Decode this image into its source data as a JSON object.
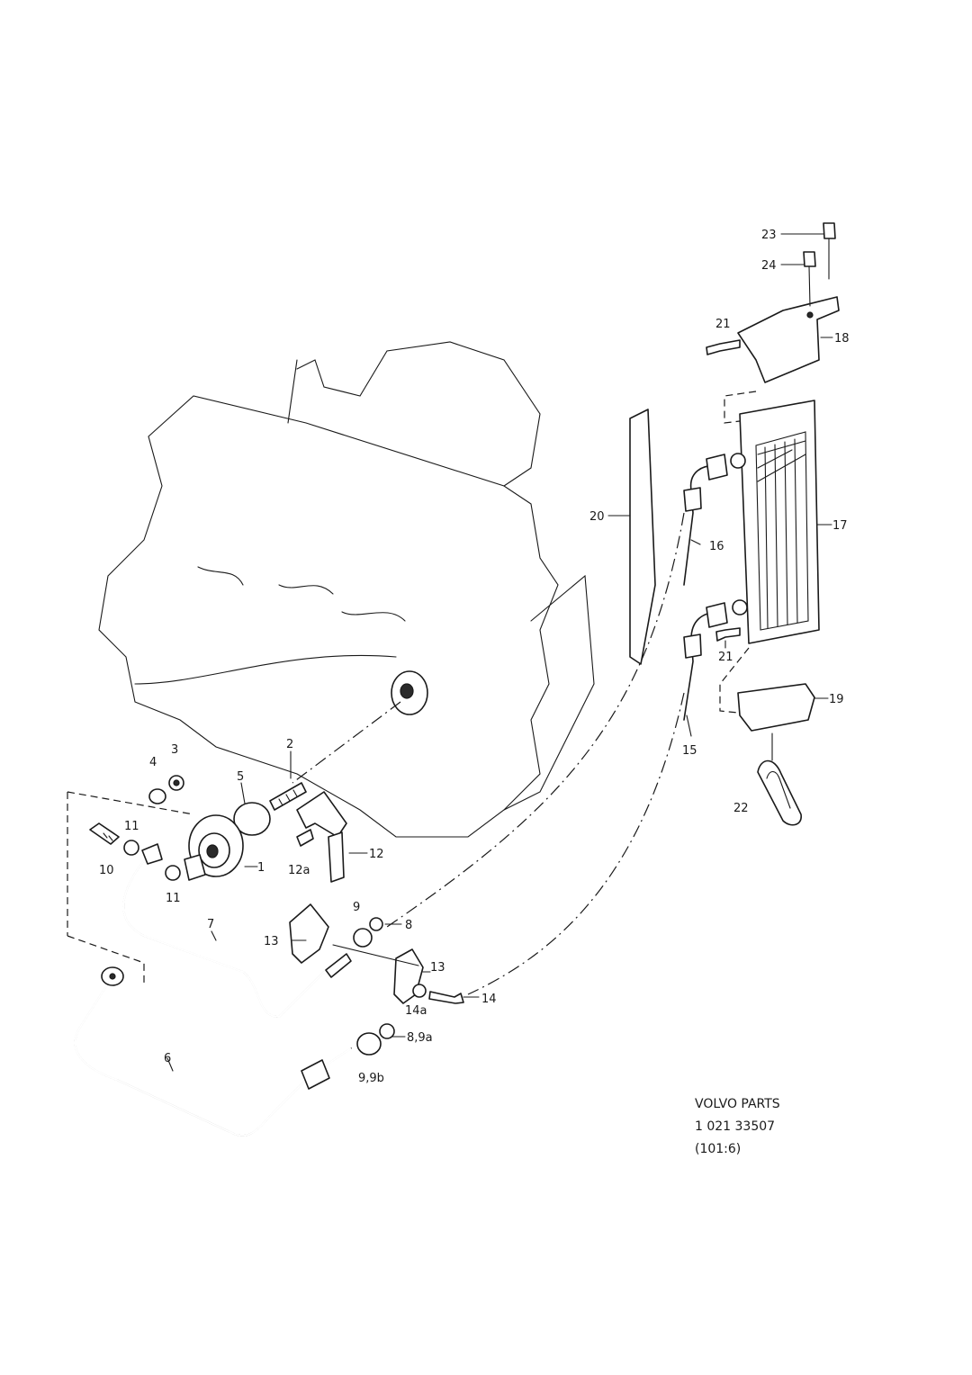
{
  "callouts": {
    "c1": "1",
    "c2": "2",
    "c3": "3",
    "c4": "4",
    "c5": "5",
    "c6": "6",
    "c7": "7",
    "c8": "8",
    "c9": "9",
    "c10": "10",
    "c11a": "11",
    "c11b": "11",
    "c12": "12",
    "c12a": "12a",
    "c13a": "13",
    "c13b": "13",
    "c14": "14",
    "c14a": "14a",
    "c15": "15",
    "c16": "16",
    "c17": "17",
    "c18": "18",
    "c19": "19",
    "c20": "20",
    "c21a": "21",
    "c21b": "21",
    "c22": "22",
    "c23": "23",
    "c24": "24",
    "c89a": "8,9a",
    "c99b": "9,9b"
  },
  "reference": {
    "line1": "VOLVO PARTS",
    "line2": "1 021 33507",
    "line3": "(101:6)"
  }
}
